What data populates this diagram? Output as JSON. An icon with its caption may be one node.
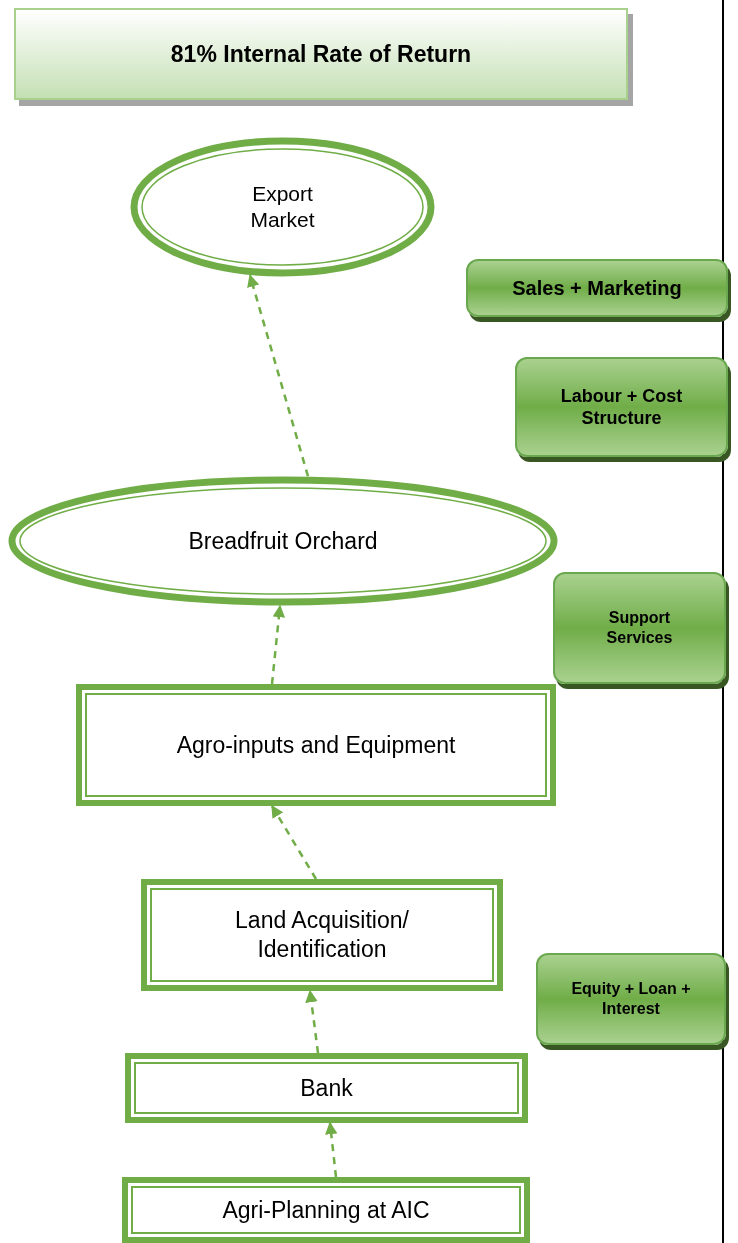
{
  "diagram": {
    "nodes": [
      {
        "text": [
          "81% Internal Rate of Return"
        ]
      },
      {
        "text": [
          "Export Market"
        ]
      },
      {
        "text": [
          "Sales + Marketing"
        ]
      },
      {
        "text": [
          "Labour + Cost Structure"
        ]
      },
      {
        "text": [
          "Breadfruit Orchard"
        ]
      },
      {
        "text": [
          "Support Services"
        ]
      },
      {
        "text": [
          "Agro-inputs and Equipment"
        ]
      },
      {
        "text": [
          "Land Acquisition/ Identification"
        ]
      },
      {
        "text": [
          "Equity + Loan + Interest"
        ]
      },
      {
        "text": [
          "Bank"
        ]
      },
      {
        "text": [
          "Agri-Planning at AIC"
        ]
      }
    ],
    "edges": [
      {
        "from": 4,
        "to": 1,
        "arrow": "to",
        "style": "dashed"
      },
      {
        "from": 6,
        "to": 4,
        "arrow": "to",
        "style": "dashed"
      },
      {
        "from": 7,
        "to": 6,
        "arrow": "to",
        "style": "dashed"
      },
      {
        "from": 9,
        "to": 7,
        "arrow": "to",
        "style": "dashed"
      },
      {
        "from": 10,
        "to": 9,
        "arrow": "to",
        "style": "dashed"
      }
    ]
  }
}
